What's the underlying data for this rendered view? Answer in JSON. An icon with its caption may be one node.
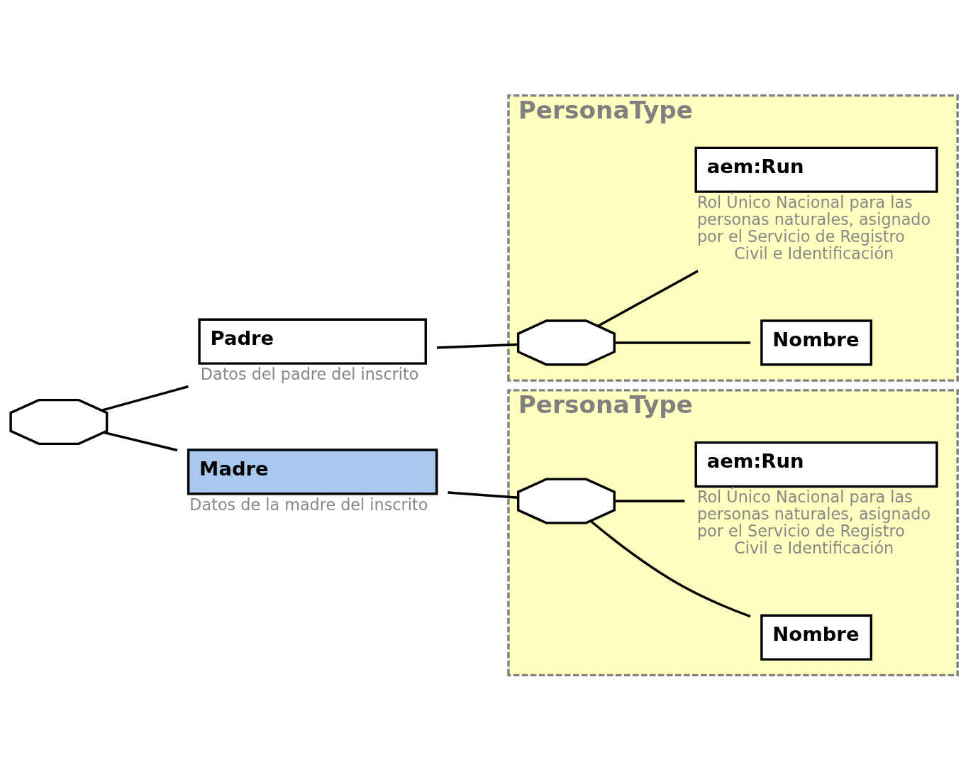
{
  "diagram": {
    "nodes": [
      {
        "text": [],
        "shape": "octagon"
      },
      {
        "text": [
          "Padre"
        ],
        "beside": [
          "Datos del padre del inscrito"
        ]
      },
      {
        "text": [
          "PersonaType"
        ]
      },
      {
        "text": [],
        "shape": "octagon",
        "in": 2
      },
      {
        "text": [
          "Nombre"
        ],
        "in": 2
      },
      {
        "text": [
          "aem:Run"
        ],
        "in": 2,
        "beside": [
          "Rol Único Nacional para las personas naturales, asignado por el Servicio de Registro Civil e Identificación"
        ]
      },
      {
        "text": [
          "Madre"
        ],
        "beside": [
          "Datos de la madre del inscrito"
        ]
      },
      {
        "text": [
          "PersonaType"
        ]
      },
      {
        "text": [],
        "shape": "octagon",
        "in": 7
      },
      {
        "text": [
          "Nombre"
        ],
        "in": 7
      },
      {
        "text": [
          "aem:Run"
        ],
        "in": 7,
        "beside": [
          "Rol Único Nacional para las personas naturales, asignado por el Servicio de Registro Civil e Identificación"
        ]
      }
    ],
    "edges": [
      {
        "from": 0,
        "to": 1,
        "arrow": "none"
      },
      {
        "from": 0,
        "to": 6,
        "arrow": "none"
      },
      {
        "from": 1,
        "to": 3,
        "arrow": "none"
      },
      {
        "from": 3,
        "to": 4,
        "arrow": "none"
      },
      {
        "from": 3,
        "to": 5,
        "arrow": "none"
      },
      {
        "from": 6,
        "to": 8,
        "arrow": "none"
      },
      {
        "from": 8,
        "to": 9,
        "arrow": "none"
      },
      {
        "from": 8,
        "to": 10,
        "arrow": "none"
      }
    ]
  }
}
